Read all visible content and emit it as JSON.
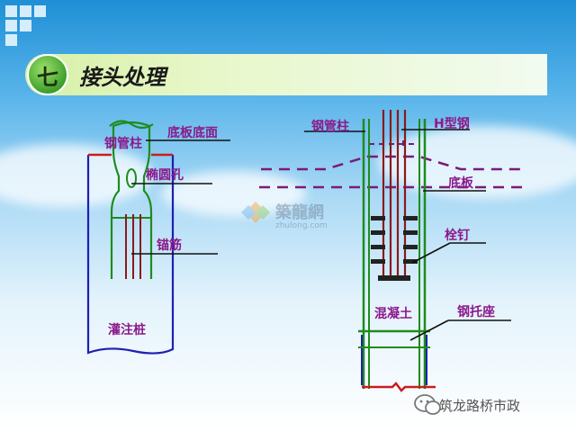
{
  "section": {
    "number": "七",
    "title": "接头处理"
  },
  "left_figure": {
    "labels": {
      "steel_column": "钢管柱",
      "base_plate_bottom": "底板底面",
      "oval_hole": "椭圆孔",
      "anchor_bar": "锚筋",
      "bored_pile": "灌注桩"
    }
  },
  "right_figure": {
    "labels": {
      "steel_column": "钢管柱",
      "h_steel": "H型钢",
      "base_plate": "底板",
      "stud": "栓钉",
      "concrete": "混凝土",
      "steel_bracket": "钢托座"
    }
  },
  "watermark": {
    "text": "築龍網",
    "url": "zhulong.com"
  },
  "source": {
    "text": "筑龙路桥市政"
  },
  "colors": {
    "pile": "#1f1fb4",
    "column": "#1e8c1e",
    "rebar": "#8b1a1a",
    "base": "#c81e1e",
    "slab_dash": "#7a1a7a",
    "label": "#8b1a8b"
  }
}
